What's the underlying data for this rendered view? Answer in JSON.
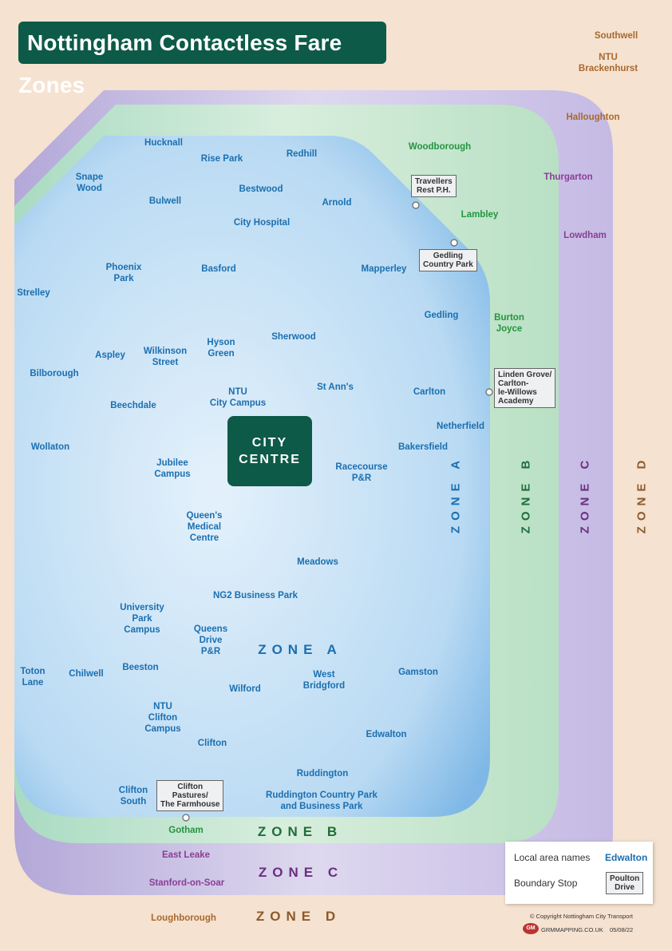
{
  "title": "Nottingham Contactless Fare Zones",
  "colors": {
    "zone_a": "#1b6fb0",
    "zone_b": "#23953f",
    "zone_c": "#8a3e95",
    "zone_d": "#a8692e",
    "title_bg": "#0d5a48",
    "background": "#f5e2d0"
  },
  "city_centre": "CITY\nCENTRE",
  "zones": {
    "a": "ZONE A",
    "b": "ZONE B",
    "c": "ZONE C",
    "d": "ZONE D"
  },
  "places": {
    "zone_a": [
      "Hucknall",
      "Rise Park",
      "Redhill",
      "Snape\nWood",
      "Bestwood",
      "Bulwell",
      "Arnold",
      "City Hospital",
      "Phoenix\nPark",
      "Basford",
      "Mapperley",
      "Strelley",
      "Gedling",
      "Hyson\nGreen",
      "Sherwood",
      "Wilkinson\nStreet",
      "Aspley",
      "Bilborough",
      "St Ann's",
      "NTU\nCity Campus",
      "Carlton",
      "Beechdale",
      "Netherfield",
      "Wollaton",
      "Bakersfield",
      "Jubilee\nCampus",
      "Racecourse\nP&R",
      "Queen's\nMedical\nCentre",
      "Meadows",
      "NG2 Business Park",
      "University\nPark\nCampus",
      "Queens\nDrive\nP&R",
      "Toton\nLane",
      "Chilwell",
      "Beeston",
      "West\nBridgford",
      "Gamston",
      "Wilford",
      "NTU\nClifton\nCampus",
      "Edwalton",
      "Clifton",
      "Ruddington",
      "Clifton\nSouth",
      "Ruddington Country Park\nand Business Park"
    ],
    "zone_b": [
      "Woodborough",
      "Lambley",
      "Burton\nJoyce",
      "Gotham"
    ],
    "zone_c": [
      "Thurgarton",
      "Lowdham",
      "East Leake",
      "Stanford-on-Soar"
    ],
    "zone_d": [
      "Southwell",
      "NTU\nBrackenhurst",
      "Halloughton",
      "Loughborough"
    ]
  },
  "boundary_stops": [
    "Travellers\nRest P.H.",
    "Gedling\nCountry Park",
    "Linden Grove/\nCarlton-\nle-Willows\nAcademy",
    "Clifton\nPastures/\nThe Farmhouse"
  ],
  "legend": {
    "local_area_label": "Local area names",
    "local_area_example": "Edwalton",
    "boundary_label": "Boundary Stop",
    "boundary_example": "Poulton\nDrive"
  },
  "footer": {
    "copyright": "© Copyright Nottingham City Transport",
    "site": "GRMMAPPING.CO.UK",
    "date": "05/08/22",
    "logo_text": "GM"
  }
}
